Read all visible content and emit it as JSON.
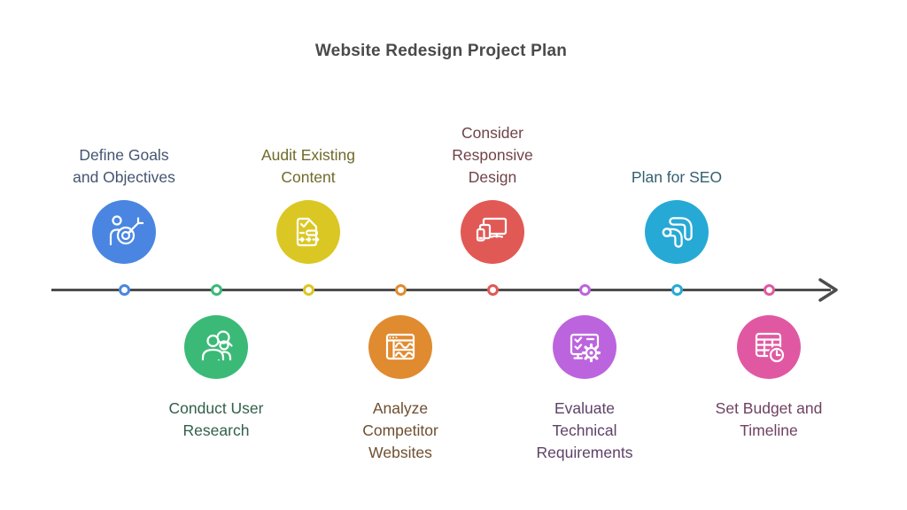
{
  "title": "Website Redesign Project Plan",
  "timeline": {
    "line_color": "#4d4d4d",
    "items": [
      {
        "label": "Define Goals and Objectives",
        "side": "top",
        "color": "#4a86e1",
        "label_color": "#445571",
        "icon": "goals-target-icon"
      },
      {
        "label": "Conduct User Research",
        "side": "bottom",
        "color": "#3bba77",
        "label_color": "#31604a",
        "icon": "user-research-icon"
      },
      {
        "label": "Audit Existing Content",
        "side": "top",
        "color": "#dbc723",
        "label_color": "#6f6a2a",
        "icon": "content-audit-icon"
      },
      {
        "label": "Analyze Competitor Websites",
        "side": "bottom",
        "color": "#e08b30",
        "label_color": "#6f4e2f",
        "icon": "competitor-analysis-icon"
      },
      {
        "label": "Consider Responsive Design",
        "side": "top",
        "color": "#e15955",
        "label_color": "#6f4347",
        "icon": "responsive-devices-icon"
      },
      {
        "label": "Evaluate Technical Requirements",
        "side": "bottom",
        "color": "#bc64dd",
        "label_color": "#5e4268",
        "icon": "technical-gear-icon"
      },
      {
        "label": "Plan for SEO",
        "side": "top",
        "color": "#27a9d6",
        "label_color": "#346071",
        "icon": "seo-icon"
      },
      {
        "label": "Set Budget and Timeline",
        "side": "bottom",
        "color": "#e158a2",
        "label_color": "#6f4163",
        "icon": "budget-timeline-icon"
      }
    ]
  }
}
